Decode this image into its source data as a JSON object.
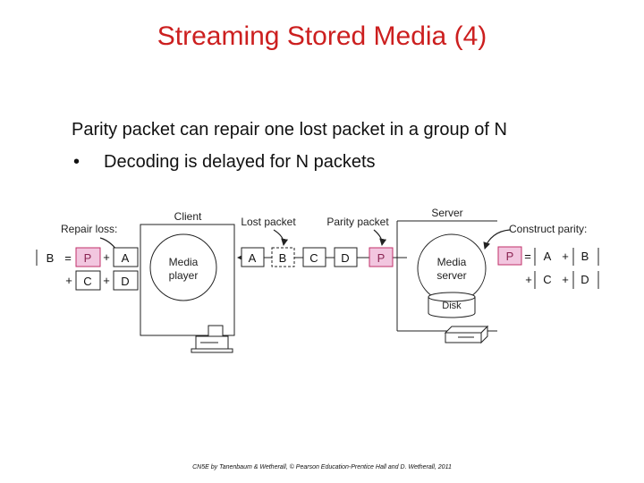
{
  "slide": {
    "title": "Streaming Stored Media (4)",
    "line1": "Parity packet can repair one lost packet in a group of N",
    "bullet": "•",
    "line2": "Decoding is delayed for N packets",
    "credit": "CN5E by Tanenbaum  & Wetherall, © Pearson Education-Prentice Hall and D. Wetherall, 2011"
  },
  "diagram": {
    "labels": {
      "repair_loss": "Repair loss:",
      "client": "Client",
      "lost_packet": "Lost packet",
      "parity_packet": "Parity packet",
      "server": "Server",
      "construct_parity": "Construct parity:",
      "media_player_1": "Media",
      "media_player_2": "player",
      "media_server_1": "Media",
      "media_server_2": "server",
      "disk": "Disk"
    },
    "packets": [
      "A",
      "B",
      "C",
      "D",
      "P"
    ],
    "repair_equation": {
      "row1": [
        "B",
        "=",
        "P",
        "+",
        "A"
      ],
      "row2": [
        "+",
        "C",
        "+",
        "D"
      ]
    },
    "parity_equation": {
      "row1": [
        "P",
        "=",
        "A",
        "+",
        "B"
      ],
      "row2": [
        "+",
        "C",
        "+",
        "D"
      ]
    },
    "colors": {
      "title": "#cc1f1f",
      "parity_fill": "#f2c6df",
      "parity_stroke": "#c0306a"
    }
  }
}
